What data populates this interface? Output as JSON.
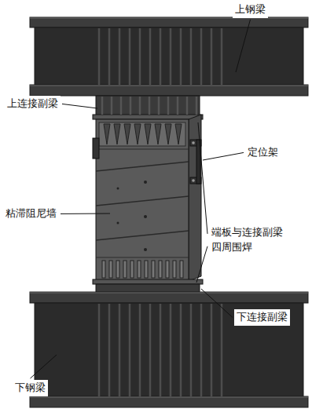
{
  "diagram": {
    "labels": [
      "上钢梁",
      "上连接副梁",
      "定位架",
      "粘滞阻尼墙",
      "端板与连接副梁 四周围焊",
      "下连接副梁",
      "下钢梁"
    ]
  }
}
